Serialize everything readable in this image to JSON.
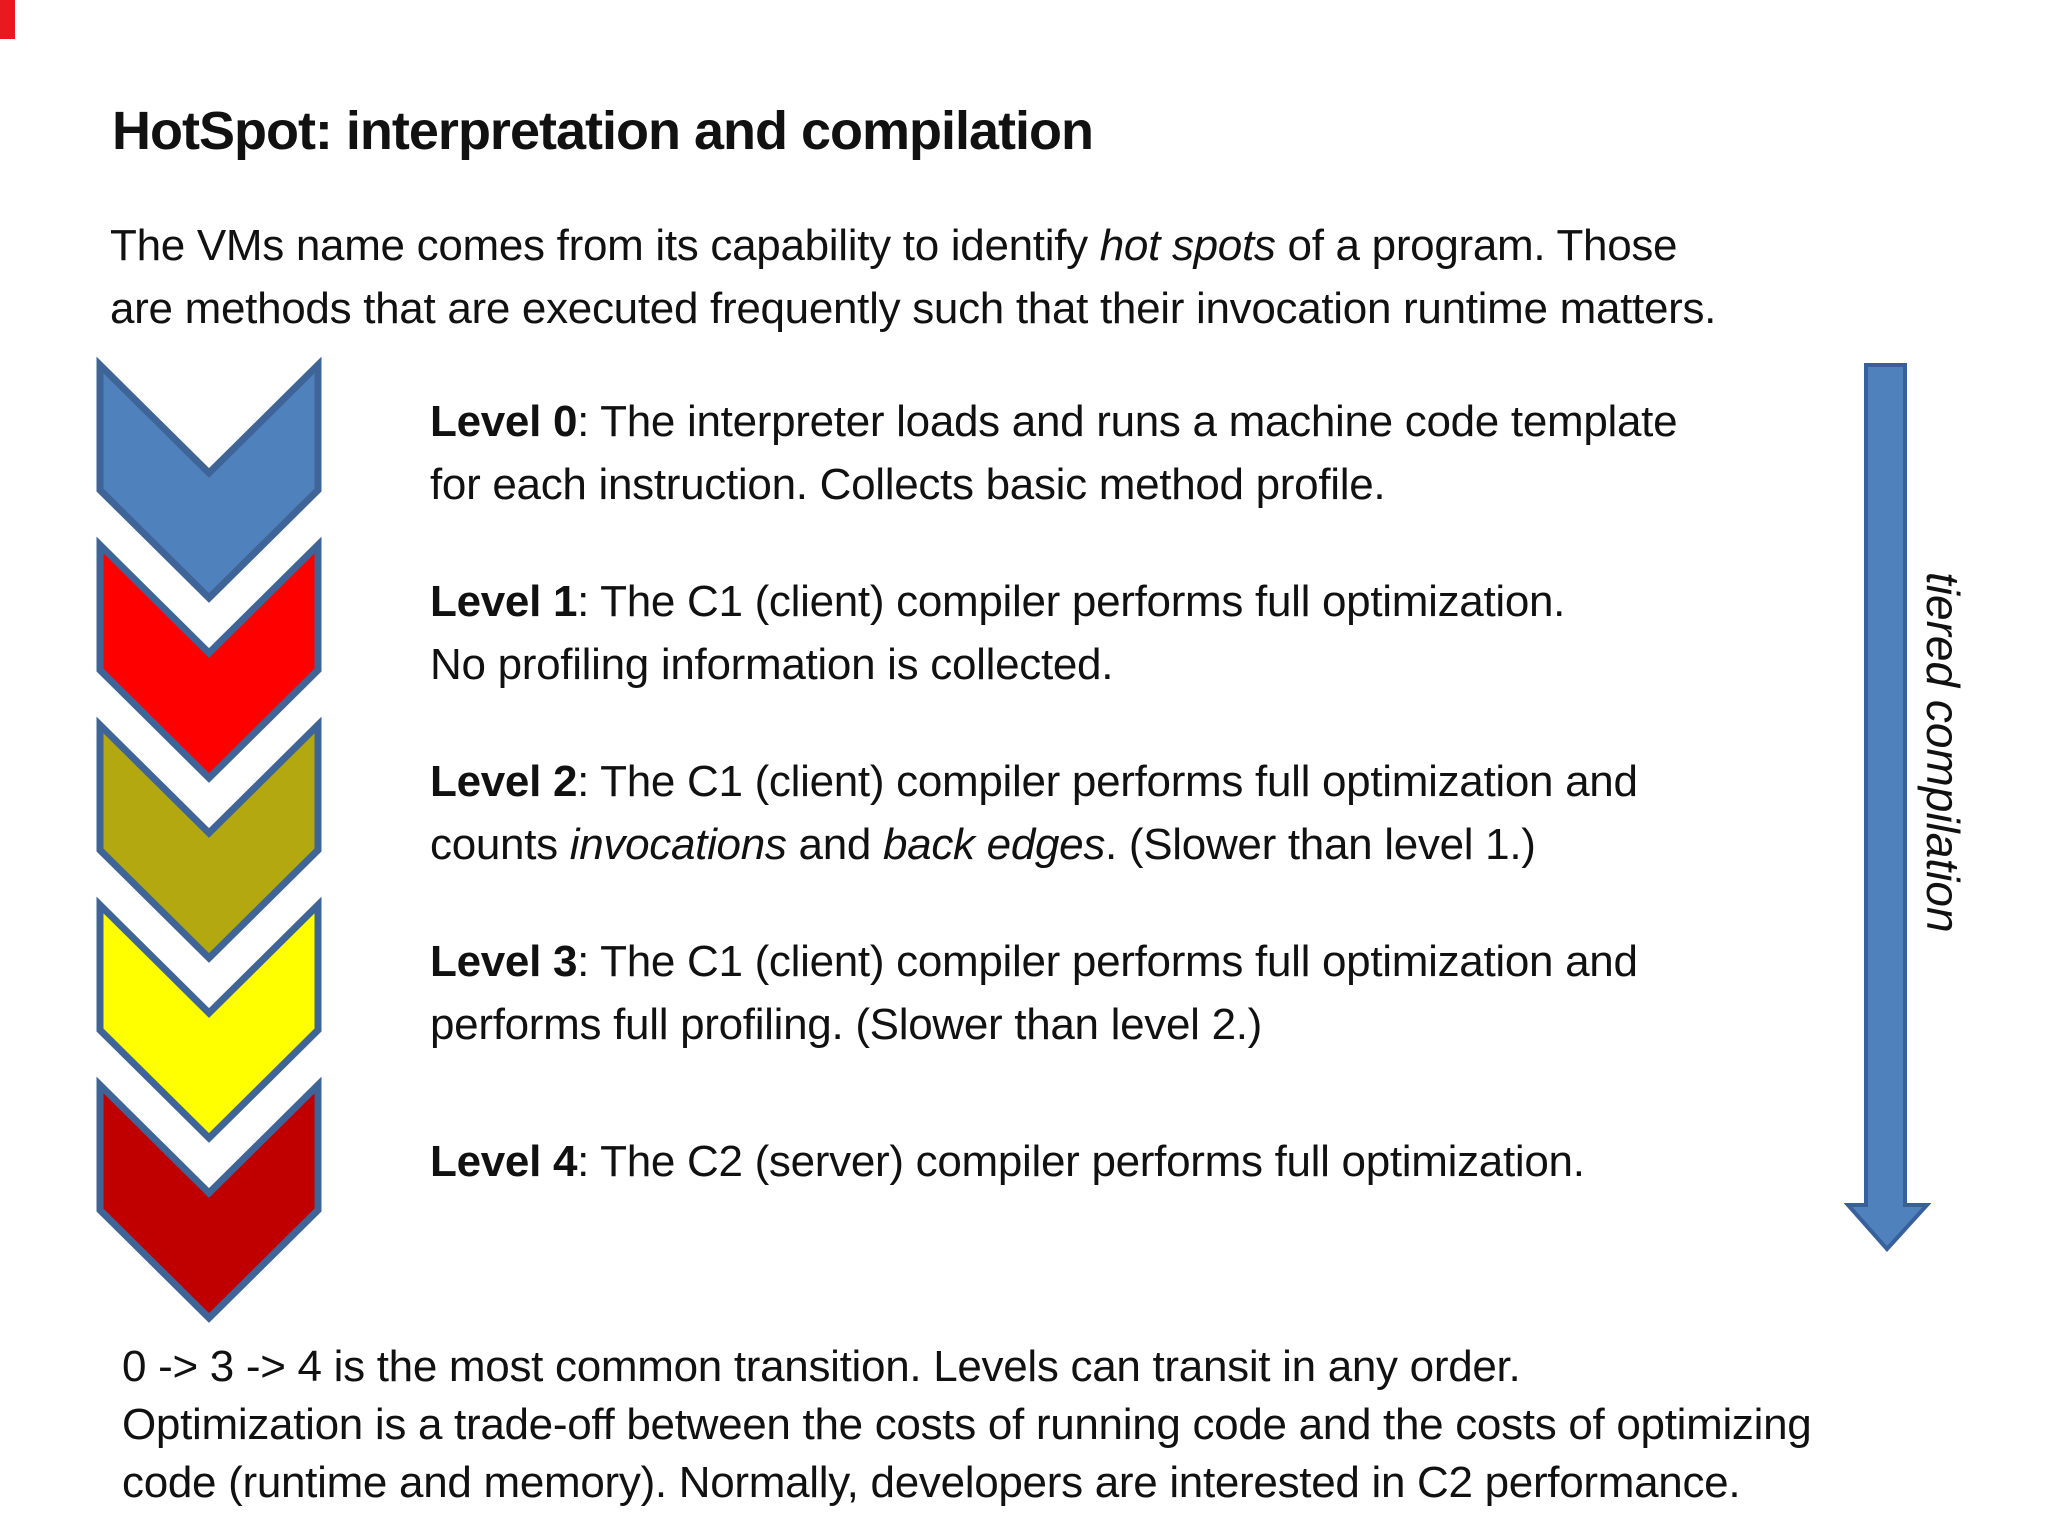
{
  "title": "HotSpot: interpretation and compilation",
  "intro_lines": [
    [
      {
        "t": "The VMs name comes from its capability to identify "
      },
      {
        "t": "hot spots",
        "i": true
      },
      {
        "t": " of a program. Those"
      }
    ],
    [
      {
        "t": "are methods that are executed frequently such that their invocation runtime matters."
      }
    ]
  ],
  "levels": [
    {
      "name": "level-0",
      "chevron_color": "#4F81BD",
      "lines": [
        [
          {
            "t": "Level 0",
            "b": true
          },
          {
            "t": ": The interpreter loads and runs a machine code template"
          }
        ],
        [
          {
            "t": "for each instruction. Collects basic method profile."
          }
        ]
      ]
    },
    {
      "name": "level-1",
      "chevron_color": "#FF0000",
      "lines": [
        [
          {
            "t": "Level 1",
            "b": true
          },
          {
            "t": ": The C1 (client) compiler performs full optimization."
          }
        ],
        [
          {
            "t": "No profiling information is collected."
          }
        ]
      ]
    },
    {
      "name": "level-2",
      "chevron_color": "#B3A80F",
      "lines": [
        [
          {
            "t": "Level 2",
            "b": true
          },
          {
            "t": ": The C1 (client) compiler performs full optimization and"
          }
        ],
        [
          {
            "t": "counts "
          },
          {
            "t": "invocations",
            "i": true
          },
          {
            "t": " and "
          },
          {
            "t": "back edges",
            "i": true
          },
          {
            "t": ". (Slower than level 1.)"
          }
        ]
      ]
    },
    {
      "name": "level-3",
      "chevron_color": "#FFFF00",
      "lines": [
        [
          {
            "t": "Level 3",
            "b": true
          },
          {
            "t": ": The C1 (client) compiler performs full optimization and"
          }
        ],
        [
          {
            "t": "performs full profiling. (Slower than level 2.)"
          }
        ]
      ]
    },
    {
      "name": "level-4",
      "chevron_color": "#C00000",
      "lines": [
        [
          {
            "t": "Level 4",
            "b": true
          },
          {
            "t": ": The C2 (server) compiler performs full optimization."
          }
        ]
      ]
    }
  ],
  "chevron_border_color": "#3F6497",
  "arrow": {
    "label": "tiered compilation",
    "fill": "#4F81BD",
    "border": "#38619C"
  },
  "footer_lines": [
    "0 -> 3 -> 4 is the most common transition. Levels can transit in any order.",
    "Optimization is a trade-off between the costs of running code and the costs of optimizing",
    "code (runtime and memory). Normally, developers are interested in C2 performance."
  ],
  "corner_mark_color": "#E8191F"
}
